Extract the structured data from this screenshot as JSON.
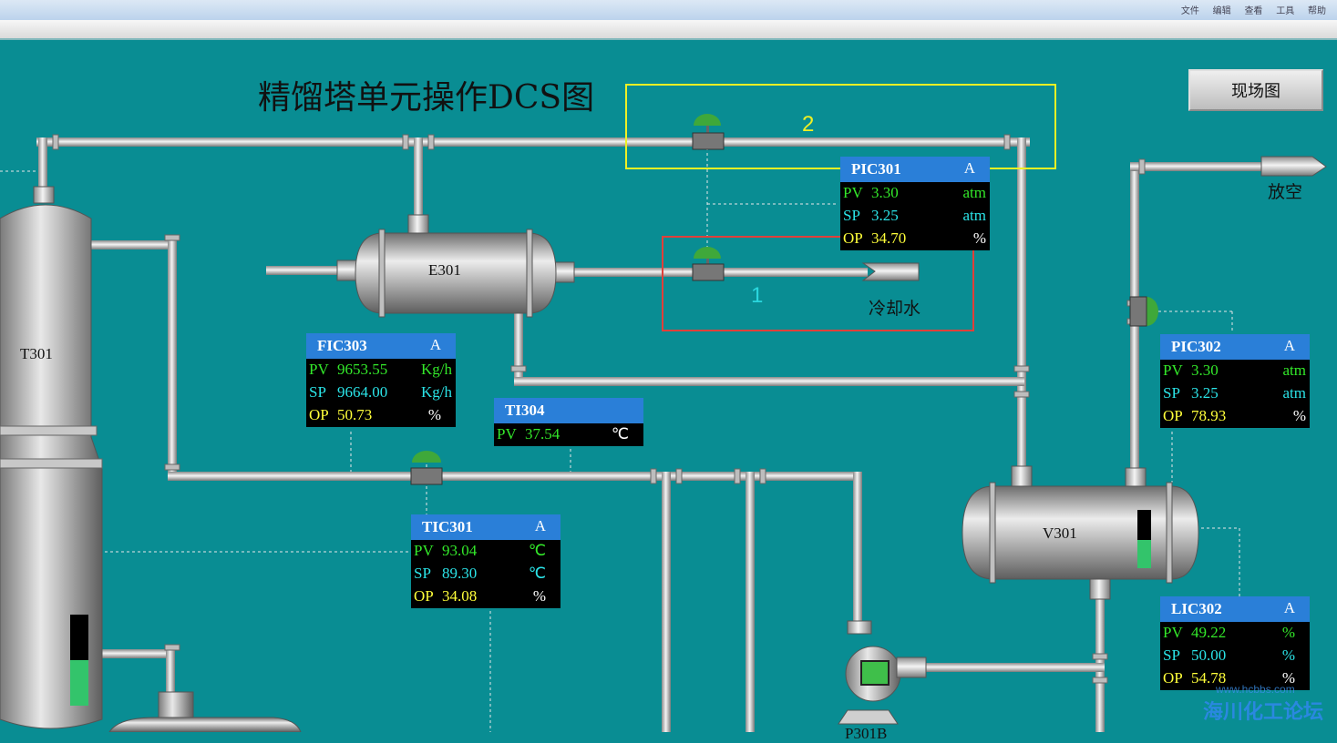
{
  "window": {
    "menu": [
      "文件",
      "编辑",
      "查看",
      "工具",
      "帮助"
    ]
  },
  "page_title": "精馏塔单元操作DCS图",
  "field_button": "现场图",
  "annotations": [
    {
      "label": "1",
      "color": "#2ad7de"
    },
    {
      "label": "2",
      "color": "#f0f024"
    }
  ],
  "equipment": {
    "T301": "T301",
    "E301": "E301",
    "V301": "V301",
    "P301B": "P301B"
  },
  "labels": {
    "vent": "放空",
    "cooling_water": "冷却水"
  },
  "colors": {
    "background": "#098d93",
    "faceplate_header": "#2a7fd8",
    "pv": "#33e82a",
    "sp": "#2be4e8",
    "op": "#ffff3a",
    "valve": "#3fa83a",
    "level_fill": "#33c46b"
  },
  "faceplates": {
    "PIC301": {
      "tag": "PIC301",
      "mode": "A",
      "pv": "3.30",
      "pv_unit": "atm",
      "sp": "3.25",
      "sp_unit": "atm",
      "op": "34.70",
      "op_unit": "%"
    },
    "PIC302": {
      "tag": "PIC302",
      "mode": "A",
      "pv": "3.30",
      "pv_unit": "atm",
      "sp": "3.25",
      "sp_unit": "atm",
      "op": "78.93",
      "op_unit": "%"
    },
    "FIC303": {
      "tag": "FIC303",
      "mode": "A",
      "pv": "9653.55",
      "pv_unit": "Kg/h",
      "sp": "9664.00",
      "sp_unit": "Kg/h",
      "op": "50.73",
      "op_unit": "%"
    },
    "TIC301": {
      "tag": "TIC301",
      "mode": "A",
      "pv": "93.04",
      "pv_unit": "℃",
      "sp": "89.30",
      "sp_unit": "℃",
      "op": "34.08",
      "op_unit": "%"
    },
    "LIC302": {
      "tag": "LIC302",
      "mode": "A",
      "pv": "49.22",
      "pv_unit": "%",
      "sp": "50.00",
      "sp_unit": "%",
      "op": "54.78",
      "op_unit": "%"
    },
    "TI304": {
      "tag": "TI304",
      "pv": "37.54",
      "pv_unit": "℃"
    }
  },
  "row_keys": {
    "pv": "PV",
    "sp": "SP",
    "op": "OP"
  },
  "levels": {
    "V301": 0.48,
    "T301_bottom": 0.5
  },
  "watermark": {
    "text": "海川化工论坛",
    "url": "www.hcbbs.com"
  }
}
